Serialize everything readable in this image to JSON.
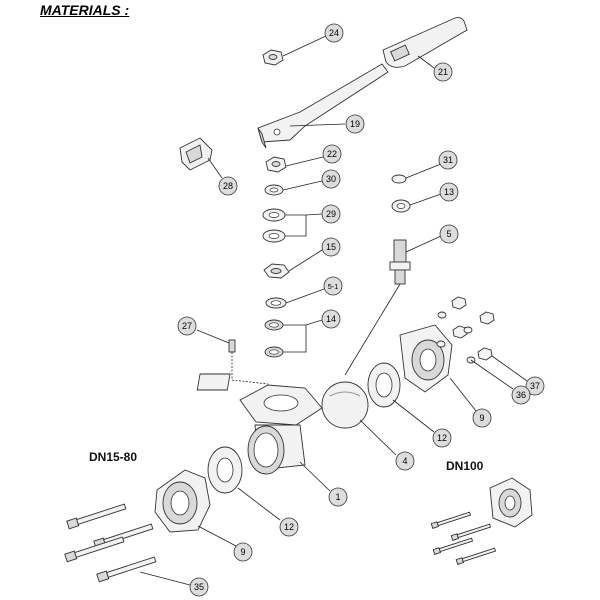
{
  "title": "MATERIALS :",
  "variants": {
    "small": "DN15-80",
    "large": "DN100"
  },
  "callouts": {
    "c24": "24",
    "c21": "21",
    "c19": "19",
    "c22": "22",
    "c28": "28",
    "c30": "30",
    "c29": "29",
    "c15": "15",
    "c51": "5-1",
    "c14": "14",
    "c27": "27",
    "c31": "31",
    "c13": "13",
    "c5": "5",
    "c37": "37",
    "c36": "36",
    "c9a": "9",
    "c12a": "12",
    "c4": "4",
    "c1": "1",
    "c12b": "12",
    "c9b": "9",
    "c35": "35"
  }
}
